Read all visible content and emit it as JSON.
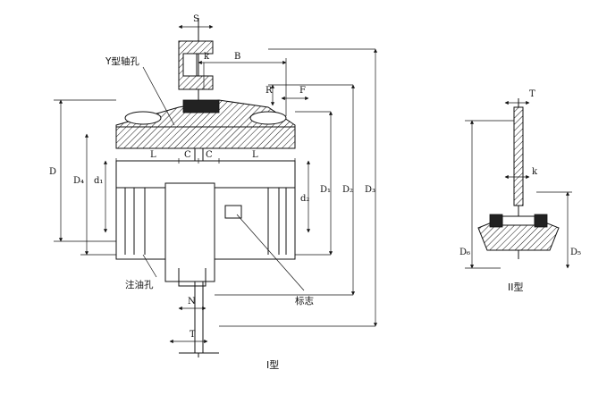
{
  "labels": {
    "S": "S",
    "K_top": "k",
    "B": "B",
    "R": "R",
    "F": "F",
    "Y_hole": "Y型轴孔",
    "D": "D",
    "D4": "D₄",
    "d1": "d₁",
    "L_left": "L",
    "C_left": "C",
    "C_right": "C",
    "L_right": "L",
    "d2": "d₂",
    "D1": "D₁",
    "D2": "D₂",
    "D3": "D₃",
    "oil_hole": "注油孔",
    "N": "N",
    "T_bottom": "T",
    "mark": "标志",
    "type1": "I型",
    "T_right": "T",
    "K_right": "k",
    "D6": "D₆",
    "D5": "D₅",
    "type2": "II型"
  }
}
